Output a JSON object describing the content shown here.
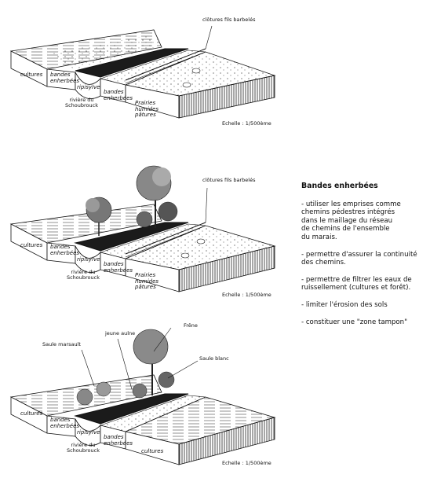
{
  "panels": [
    {
      "fence_label": "clôtures fils barbelés",
      "zones": [
        "cultures",
        "bandes enherbées",
        "ripisylve",
        "bandes enherbées",
        "Prairies humides pâtures"
      ],
      "river_label": "rivière du Schoubrouck",
      "scale": "Echelle : 1/500ème"
    },
    {
      "fence_label": "clôtures fils barbelés",
      "zones": [
        "cultures",
        "bandes enherbées",
        "ripisylve",
        "bandes enherbées",
        "Prairies humides pâtures"
      ],
      "river_label": "rivière du Schoubrouck",
      "scale": "Echelle : 1/500ème"
    },
    {
      "tree_labels": [
        "Frêne",
        "jeune aulne",
        "Saule marsault",
        "Saule blanc"
      ],
      "zones": [
        "cultures",
        "bandes enherbées",
        "ripisylve",
        "bandes enherbées",
        "cultures"
      ],
      "river_label": "rivière du Schoubrouck",
      "scale": "Echelle : 1/500ème"
    }
  ],
  "legend": {
    "title": "Bandes enherbées",
    "points": [
      "- utiliser les emprises comme\nchemins pédestres intégrés\ndans le maillage du réseau\nde chemins de l'ensemble\ndu marais.",
      "- permettre d'assurer la continuité\ndes chemins.",
      "- permettre de filtrer les eaux de\nruissellement (cultures et forêt).",
      "- limiter l'érosion des sols",
      "- constituer une \"zone tampon\""
    ]
  }
}
